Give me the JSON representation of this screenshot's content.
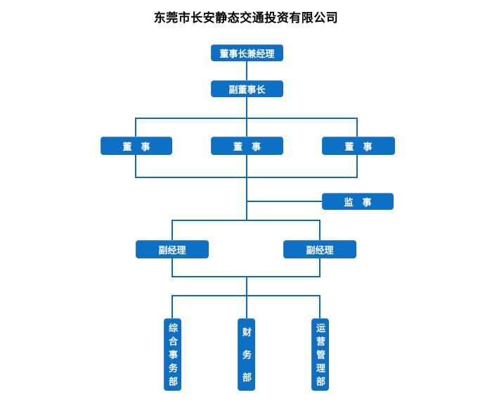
{
  "title": "东莞市长安静态交通投资有限公司",
  "colors": {
    "background": "#ffffff",
    "node_fill": "#0d70c4",
    "node_text": "#ffffff",
    "connector": "#0f6ab8",
    "title_text": "#000000"
  },
  "nodes": {
    "chairman_gm": "董事长兼经理",
    "vice_chairman": "副董事长",
    "director_left": "董　事",
    "director_middle": "董　事",
    "director_right": "董　事",
    "supervisor": "监　事",
    "deputy_manager_left": "副经理",
    "deputy_manager_right": "副经理",
    "dept_general_affairs": "综合事务部",
    "dept_finance": "财务部",
    "dept_operations": "运营管理部"
  }
}
